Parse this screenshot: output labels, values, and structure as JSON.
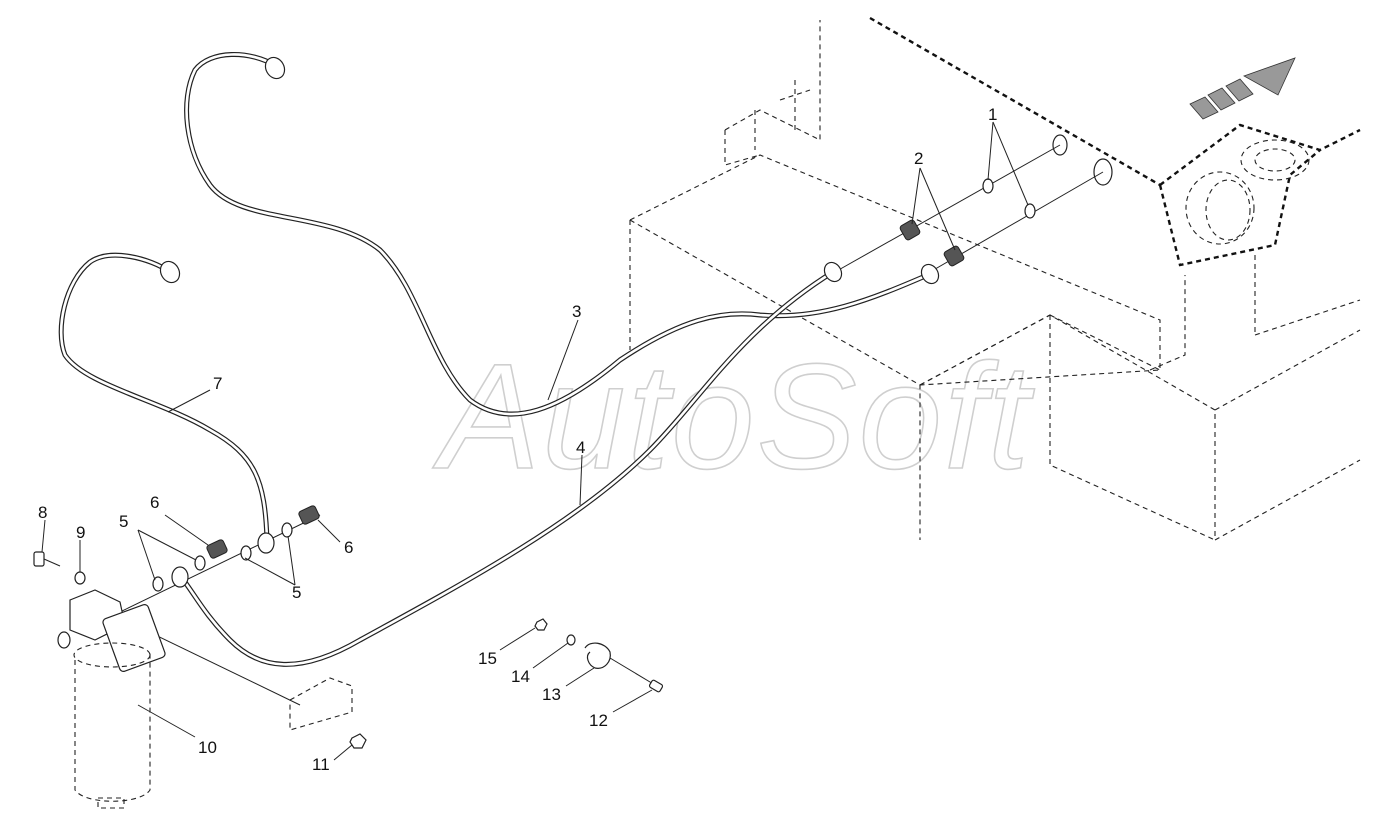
{
  "watermark": "AutoSoft",
  "callouts": [
    {
      "id": "c1",
      "text": "1"
    },
    {
      "id": "c2",
      "text": "2"
    },
    {
      "id": "c3",
      "text": "3"
    },
    {
      "id": "c4",
      "text": "4"
    },
    {
      "id": "c5a",
      "text": "5"
    },
    {
      "id": "c5b",
      "text": "5"
    },
    {
      "id": "c6a",
      "text": "6"
    },
    {
      "id": "c6b",
      "text": "6"
    },
    {
      "id": "c7",
      "text": "7"
    },
    {
      "id": "c8",
      "text": "8"
    },
    {
      "id": "c9",
      "text": "9"
    },
    {
      "id": "c10",
      "text": "10"
    },
    {
      "id": "c11",
      "text": "11"
    },
    {
      "id": "c12",
      "text": "12"
    },
    {
      "id": "c13",
      "text": "13"
    },
    {
      "id": "c14",
      "text": "14"
    },
    {
      "id": "c15",
      "text": "15"
    }
  ],
  "colors": {
    "line": "#222222",
    "watermark": "#cfcfcf",
    "arrow": "#888888"
  }
}
